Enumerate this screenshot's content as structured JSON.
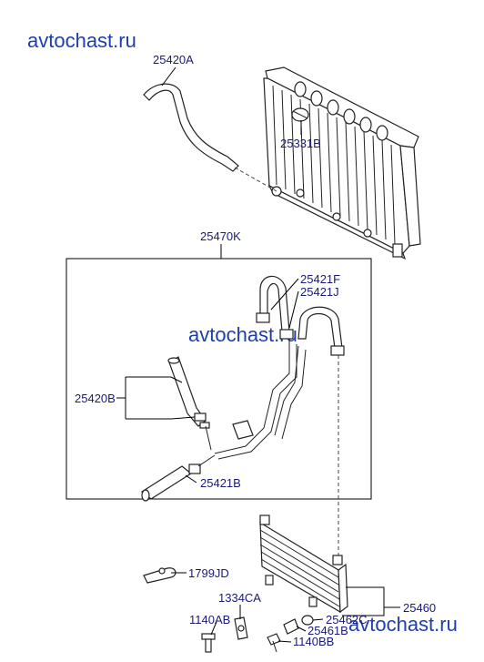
{
  "watermark": {
    "text_top": "avtochast.ru",
    "text_middle": "avtochast.ru",
    "text_bottom": "avtochast.ru"
  },
  "labels": {
    "hose_top": "25420A",
    "radiator_cap": "25331B",
    "cooler_line_kit": "25470K",
    "hose_f": "25421F",
    "hose_j": "25421J",
    "hose_b_left": "25420B",
    "hose_b_bottom": "25421B",
    "clip": "1799JD",
    "bracket": "1334CA",
    "bolt_left": "1140AB",
    "oil_cooler": "25460",
    "washer": "25462C",
    "fitting": "25461B",
    "bolt_right": "1140BB"
  },
  "colors": {
    "label": "#1a1a7a",
    "watermark": "#1f3fa8",
    "line": "#000000"
  }
}
